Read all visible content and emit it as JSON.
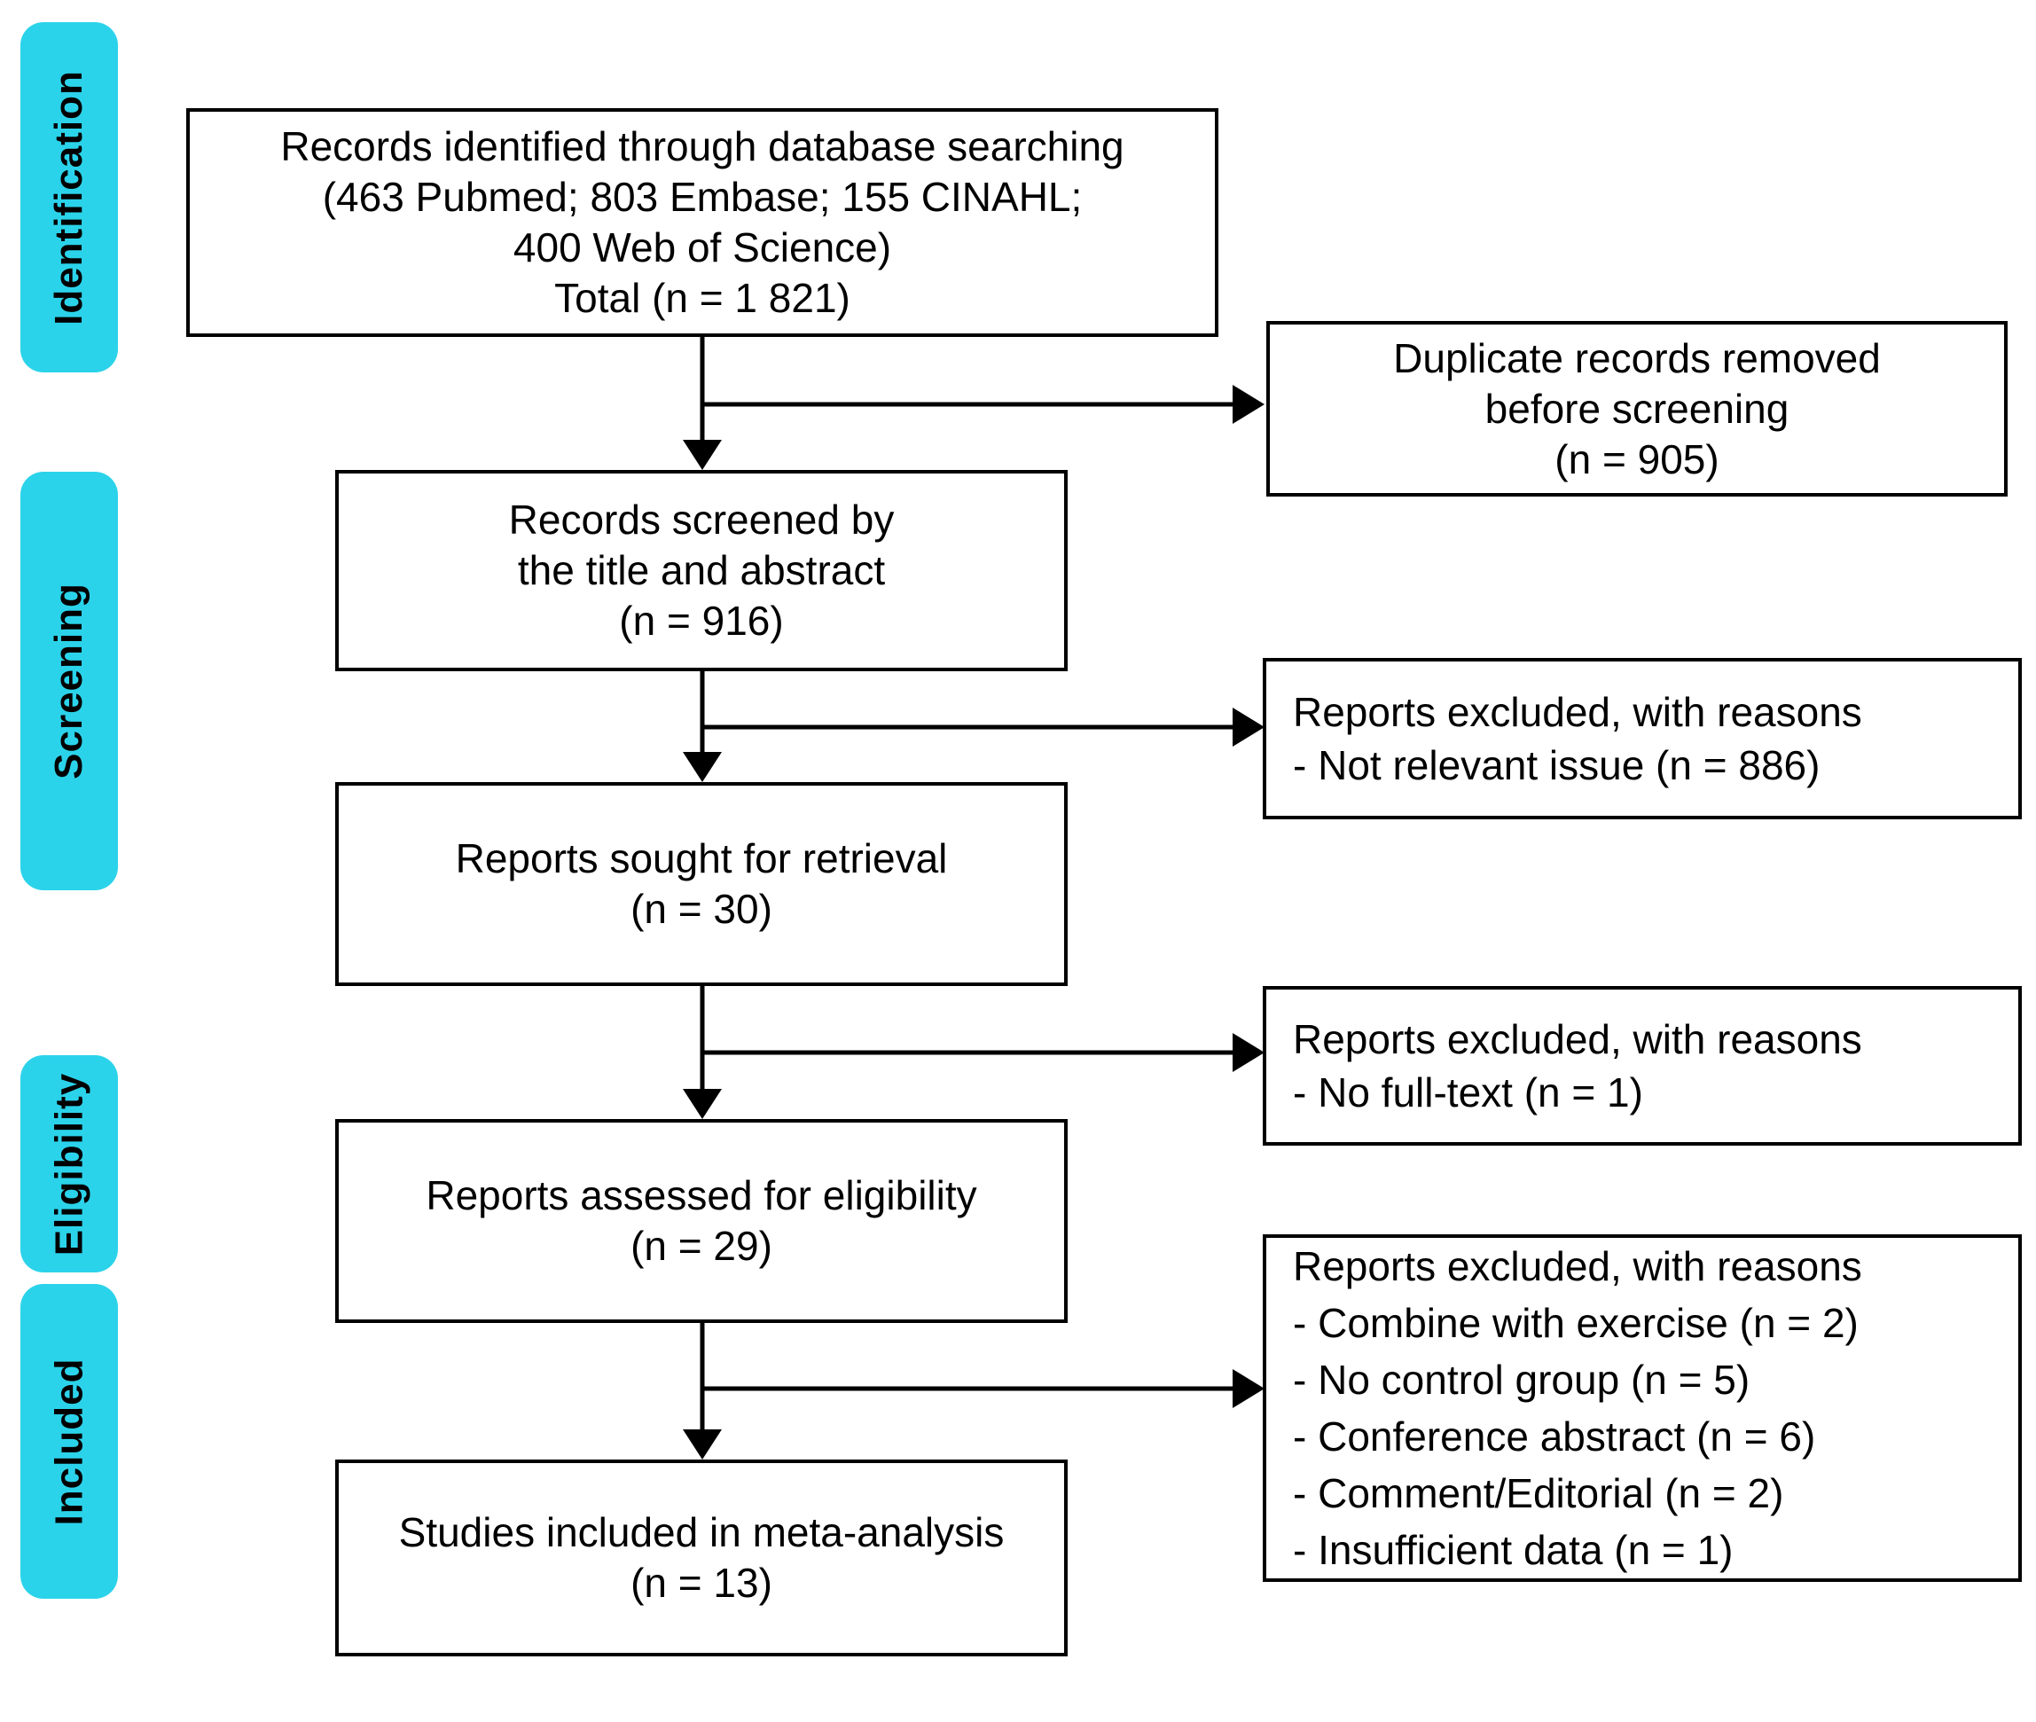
{
  "figure_type": "prisma-flow-diagram",
  "colors": {
    "stage_fill": "#2BD3EA",
    "box_border": "#000000",
    "arrow": "#000000",
    "text": "#000000",
    "background": "#ffffff"
  },
  "stages": [
    {
      "label": "Identification"
    },
    {
      "label": "Screening"
    },
    {
      "label": "Eligibility"
    },
    {
      "label": "Included"
    }
  ],
  "main_flow": [
    {
      "id": "records-identified",
      "lines": [
        "Records identified through database searching",
        "(463 Pubmed; 803 Embase; 155 CINAHL;",
        "400 Web of Science)",
        "Total (n = 1 821)"
      ]
    },
    {
      "id": "records-screened",
      "lines": [
        "Records screened by",
        "the title and abstract",
        "(n = 916)"
      ]
    },
    {
      "id": "reports-sought",
      "lines": [
        "Reports sought for retrieval",
        "(n = 30)"
      ]
    },
    {
      "id": "reports-assessed",
      "lines": [
        "Reports assessed for eligibility",
        "(n = 29)"
      ]
    },
    {
      "id": "studies-included",
      "lines": [
        "Studies included in meta-analysis",
        "(n = 13)"
      ]
    }
  ],
  "exclusion_flow": [
    {
      "id": "duplicates-removed",
      "lines": [
        "Duplicate records removed",
        "before screening",
        "(n = 905)"
      ]
    },
    {
      "id": "excluded-at-screening",
      "lines": [
        "Reports excluded, with reasons",
        "- Not relevant issue (n = 886)"
      ]
    },
    {
      "id": "excluded-at-retrieval",
      "lines": [
        "Reports excluded, with reasons",
        "- No full-text (n = 1)"
      ]
    },
    {
      "id": "excluded-at-eligibility",
      "lines": [
        "Reports excluded, with reasons",
        "- Combine with exercise (n = 2)",
        "- No control group (n = 5)",
        "- Conference abstract (n = 6)",
        "- Comment/Editorial (n = 2)",
        "- Insufficient data (n = 1)"
      ]
    }
  ]
}
